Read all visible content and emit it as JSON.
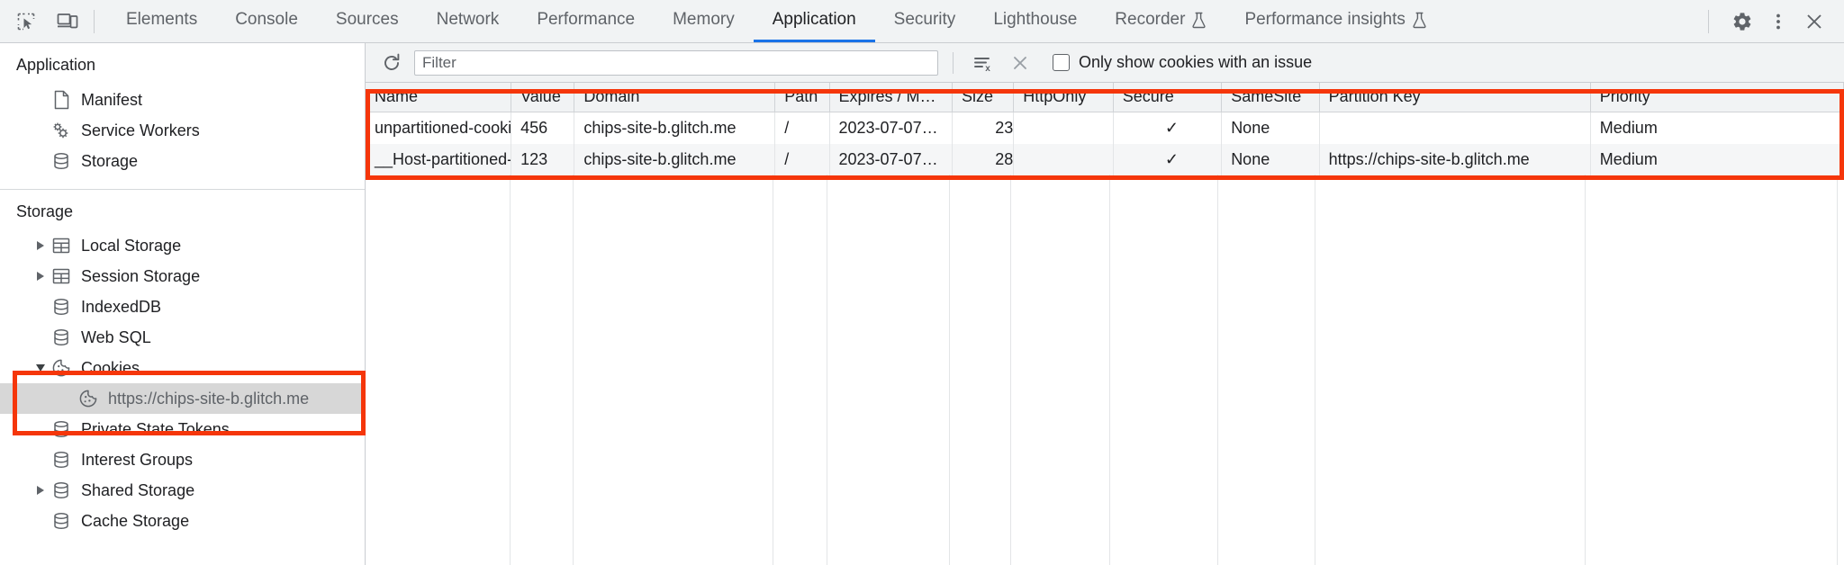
{
  "devtools": {
    "toolbar_icons": [
      {
        "name": "inspect-element-icon",
        "title": "Inspect element"
      },
      {
        "name": "device-toolbar-icon",
        "title": "Toggle device toolbar"
      }
    ],
    "tabs": [
      {
        "label": "Elements",
        "active": false,
        "experimental": false
      },
      {
        "label": "Console",
        "active": false,
        "experimental": false
      },
      {
        "label": "Sources",
        "active": false,
        "experimental": false
      },
      {
        "label": "Network",
        "active": false,
        "experimental": false
      },
      {
        "label": "Performance",
        "active": false,
        "experimental": false
      },
      {
        "label": "Memory",
        "active": false,
        "experimental": false
      },
      {
        "label": "Application",
        "active": true,
        "experimental": false
      },
      {
        "label": "Security",
        "active": false,
        "experimental": false
      },
      {
        "label": "Lighthouse",
        "active": false,
        "experimental": false
      },
      {
        "label": "Recorder",
        "active": false,
        "experimental": true
      },
      {
        "label": "Performance insights",
        "active": false,
        "experimental": true
      }
    ],
    "right_icons": [
      {
        "name": "settings-gear-icon",
        "label": "Settings"
      },
      {
        "name": "more-options-icon",
        "label": "Customize and control DevTools"
      },
      {
        "name": "close-devtools-icon",
        "label": "Close"
      }
    ],
    "accent_color": "#1a73e8",
    "annotation_color": "#f5360a"
  },
  "sidebar": {
    "sections": [
      {
        "title": "Application",
        "items": [
          {
            "label": "Manifest",
            "icon": "manifest-document-icon",
            "level": 1,
            "twisty": "none",
            "selected": false
          },
          {
            "label": "Service Workers",
            "icon": "service-workers-gears-icon",
            "level": 1,
            "twisty": "none",
            "selected": false
          },
          {
            "label": "Storage",
            "icon": "database-icon",
            "level": 1,
            "twisty": "none",
            "selected": false
          }
        ]
      },
      {
        "title": "Storage",
        "items": [
          {
            "label": "Local Storage",
            "icon": "table-icon",
            "level": 1,
            "twisty": "collapsed",
            "selected": false
          },
          {
            "label": "Session Storage",
            "icon": "table-icon",
            "level": 1,
            "twisty": "collapsed",
            "selected": false
          },
          {
            "label": "IndexedDB",
            "icon": "database-icon",
            "level": 1,
            "twisty": "none",
            "selected": false
          },
          {
            "label": "Web SQL",
            "icon": "database-icon",
            "level": 1,
            "twisty": "none",
            "selected": false
          },
          {
            "label": "Cookies",
            "icon": "cookie-icon",
            "level": 1,
            "twisty": "expanded",
            "selected": false
          },
          {
            "label": "https://chips-site-b.glitch.me",
            "icon": "cookie-icon",
            "level": 2,
            "twisty": "none",
            "selected": true
          },
          {
            "label": "Private State Tokens",
            "icon": "database-icon",
            "level": 1,
            "twisty": "none",
            "selected": false
          },
          {
            "label": "Interest Groups",
            "icon": "database-icon",
            "level": 1,
            "twisty": "none",
            "selected": false
          },
          {
            "label": "Shared Storage",
            "icon": "database-icon",
            "level": 1,
            "twisty": "collapsed",
            "selected": false
          },
          {
            "label": "Cache Storage",
            "icon": "database-icon",
            "level": 1,
            "twisty": "none",
            "selected": false
          }
        ]
      }
    ]
  },
  "filter_bar": {
    "refresh_icon": "refresh-icon",
    "filter_placeholder": "Filter",
    "filter_value": "",
    "clear_all_cookies_icon": "clear-all-cookies-icon",
    "delete_selected_icon": "delete-selected-cookie-icon",
    "checkbox_label": "Only show cookies with an issue",
    "checkbox_checked": false
  },
  "cookies_table": {
    "columns": [
      {
        "key": "name",
        "label": "Name"
      },
      {
        "key": "value",
        "label": "Value"
      },
      {
        "key": "domain",
        "label": "Domain"
      },
      {
        "key": "path",
        "label": "Path"
      },
      {
        "key": "expires",
        "label": "Expires / M…"
      },
      {
        "key": "size",
        "label": "Size"
      },
      {
        "key": "httponly",
        "label": "HttpOnly"
      },
      {
        "key": "secure",
        "label": "Secure"
      },
      {
        "key": "samesite",
        "label": "SameSite"
      },
      {
        "key": "partitionkey",
        "label": "Partition Key"
      },
      {
        "key": "priority",
        "label": "Priority"
      }
    ],
    "rows": [
      {
        "name": "unpartitioned-cookie",
        "value": "456",
        "domain": "chips-site-b.glitch.me",
        "path": "/",
        "expires": "2023-07-07…",
        "size": "23",
        "httponly": "",
        "secure": "✓",
        "samesite": "None",
        "partitionkey": "",
        "priority": "Medium"
      },
      {
        "name": "__Host-partitioned-cookie",
        "value": "123",
        "domain": "chips-site-b.glitch.me",
        "path": "/",
        "expires": "2023-07-07…",
        "size": "28",
        "httponly": "",
        "secure": "✓",
        "samesite": "None",
        "partitionkey": "https://chips-site-b.glitch.me",
        "priority": "Medium"
      }
    ]
  }
}
